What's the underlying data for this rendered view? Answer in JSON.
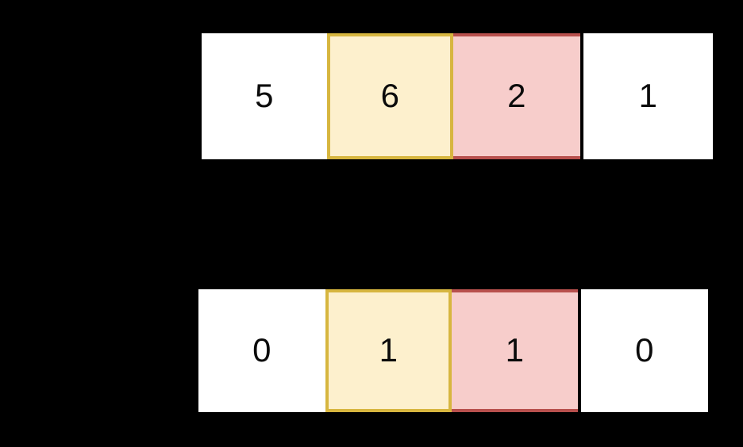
{
  "background_color": "#000000",
  "palette": {
    "cell_fill": "#ffffff",
    "cell_text": "#0b0b0b",
    "highlight_yellow_fill": "#fdf0cd",
    "highlight_yellow_border": "#d7b63f",
    "highlight_red_fill": "#f7cdcb",
    "highlight_red_border": "#b8504d"
  },
  "rows": [
    {
      "name": "values-row",
      "cells": [
        {
          "value": "5",
          "style": "plain"
        },
        {
          "value": "6",
          "style": "highlight-yellow"
        },
        {
          "value": "2",
          "style": "highlight-red"
        },
        {
          "value": "1",
          "style": "plain"
        }
      ]
    },
    {
      "name": "flags-row",
      "cells": [
        {
          "value": "0",
          "style": "plain"
        },
        {
          "value": "1",
          "style": "highlight-yellow"
        },
        {
          "value": "1",
          "style": "highlight-red"
        },
        {
          "value": "0",
          "style": "plain"
        }
      ]
    }
  ]
}
